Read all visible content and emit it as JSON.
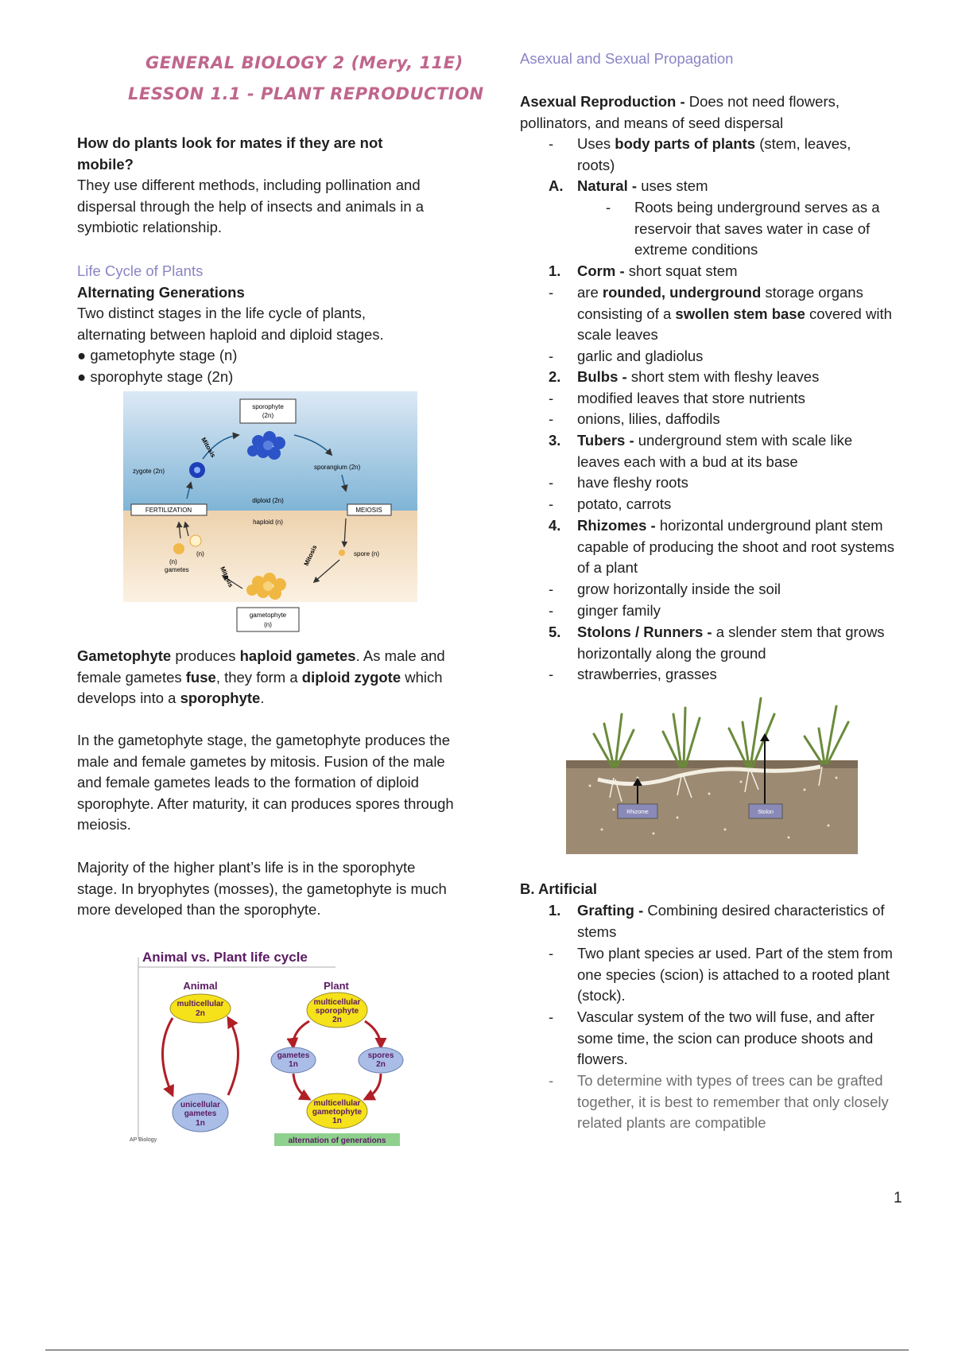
{
  "title": {
    "line1": "GENERAL BIOLOGY 2 (Mery, 11E)",
    "line2": "LESSON 1.1 - PLANT REPRODUCTION"
  },
  "left": {
    "question": "How do plants look for mates if they are not mobile?",
    "answer": "They use different methods, including pollination and dispersal through the help of insects and animals in a symbiotic relationship.",
    "lifecycle_heading": "Life Cycle of Plants",
    "alt_heading": "Alternating Generations",
    "alt_text": "Two distinct stages in the life cycle of plants, alternating between haploid and diploid stages.",
    "bullets": [
      "gametophyte stage (n)",
      "sporophyte stage (2n)"
    ],
    "para1": {
      "t1": "Gametophyte",
      "t2": " produces ",
      "t3": "haploid gametes",
      "t4": ". As male and female gametes ",
      "t5": "fuse",
      "t6": ", they form a ",
      "t7": "diploid zygote",
      "t8": " which develops into a ",
      "t9": "sporophyte",
      "t10": "."
    },
    "para2": "In the gametophyte stage, the gametophyte produces the male and female gametes by mitosis. Fusion of the male and female gametes leads to the formation of diploid sporophyte. After maturity, it can produces spores through meiosis.",
    "para3": "Majority of the higher plant’s life is in the sporophyte stage. In bryophytes (mosses), the gametophyte is much more developed than the sporophyte."
  },
  "cycle_diagram": {
    "sporophyte": "sporophyte",
    "sporophyte_ploidy": "(2n)",
    "mitosis": "Mitosis",
    "zygote": "zygote (2n)",
    "sporangium": "sporangium (2n)",
    "fertilization": "FERTILIZATION",
    "meiosis": "MEIOSIS",
    "diploid": "diploid (2n)",
    "haploid": "haploid (n)",
    "n_label": "(n)",
    "gametes_n": "(n)",
    "gametes": "gametes",
    "spore": "spore (n)",
    "gametophyte": "gametophyte",
    "gametophyte_ploidy": "(n)"
  },
  "animal_plant_diagram": {
    "title": "Animal vs. Plant life cycle",
    "animal": "Animal",
    "plant": "Plant",
    "a_top1": "multicellular",
    "a_top2": "2n",
    "a_bot1": "unicellular",
    "a_bot2": "gametes",
    "a_bot3": "1n",
    "p_top1": "multicellular",
    "p_top2": "sporophyte",
    "p_top3": "2n",
    "p_left1": "gametes",
    "p_left2": "1n",
    "p_right1": "spores",
    "p_right2": "2n",
    "p_bot1": "multicellular",
    "p_bot2": "gametophyte",
    "p_bot3": "1n",
    "footer": "alternation of generations",
    "credit": "AP Biology",
    "colors": {
      "cell": "#f5e21a",
      "blue_cell": "#a9bde6",
      "arrow": "#b01e26",
      "footer_bg": "#8fd08f"
    }
  },
  "right": {
    "heading": "Asexual and Sexual Propagation",
    "asexual_label": "Asexual Reproduction - ",
    "asexual_text": "Does not need flowers, pollinators, and means of seed dispersal",
    "uses_pre": "Uses ",
    "uses_bold": "body parts of plants",
    "uses_post": " (stem, leaves, roots)",
    "natural_letter": "A.",
    "natural_label": "Natural - ",
    "natural_text": "uses stem",
    "roots_text": "Roots being underground serves as a reservoir that saves water in case of extreme conditions",
    "corm_num": "1.",
    "corm_label": "Corm - ",
    "corm_text": "short squat stem",
    "corm_d1_pre": "are ",
    "corm_d1_b1": "rounded, underground",
    "corm_d1_mid": " storage organs consisting of a ",
    "corm_d1_b2": "swollen stem base",
    "corm_d1_post": " covered with scale leaves",
    "corm_d2": "garlic and gladiolus",
    "bulb_num": "2.",
    "bulb_label": "Bulbs - ",
    "bulb_text": "short stem with fleshy leaves",
    "bulb_d1": "modified leaves that store nutrients",
    "bulb_d2": "onions, lilies, daffodils",
    "tuber_num": "3.",
    "tuber_label": "Tubers - ",
    "tuber_text": "underground stem with scale like leaves each with a bud at its base",
    "tuber_d1": "have fleshy roots",
    "tuber_d2": "potato, carrots",
    "rhiz_num": "4.",
    "rhiz_label": "Rhizomes - ",
    "rhiz_text": "horizontal underground plant stem capable of producing the shoot and root systems of a plant",
    "rhiz_d1": "grow horizontally inside the soil",
    "rhiz_d2": "ginger family",
    "stol_num": "5.",
    "stol_label": "Stolons / Runners - ",
    "stol_text": "a slender stem that grows horizontally along the ground",
    "stol_d1": "strawberries, grasses",
    "image_label_rhizome": "Rhizome",
    "image_label_stolon": "Stolon",
    "artificial": "B. Artificial",
    "graft_num": "1.",
    "graft_label": "Grafting - ",
    "graft_text": "Combining desired characteristics of stems",
    "graft_d1": "Two plant species ar used. Part of the stem from one species (scion) is attached to a rooted plant (stock).",
    "graft_d2": "Vascular system of the two will fuse, and after some time, the scion can produce shoots and flowers.",
    "graft_d3": "To determine with types of trees can be grafted together, it is best to remember that only closely related plants are compatible"
  },
  "page_number": "1"
}
